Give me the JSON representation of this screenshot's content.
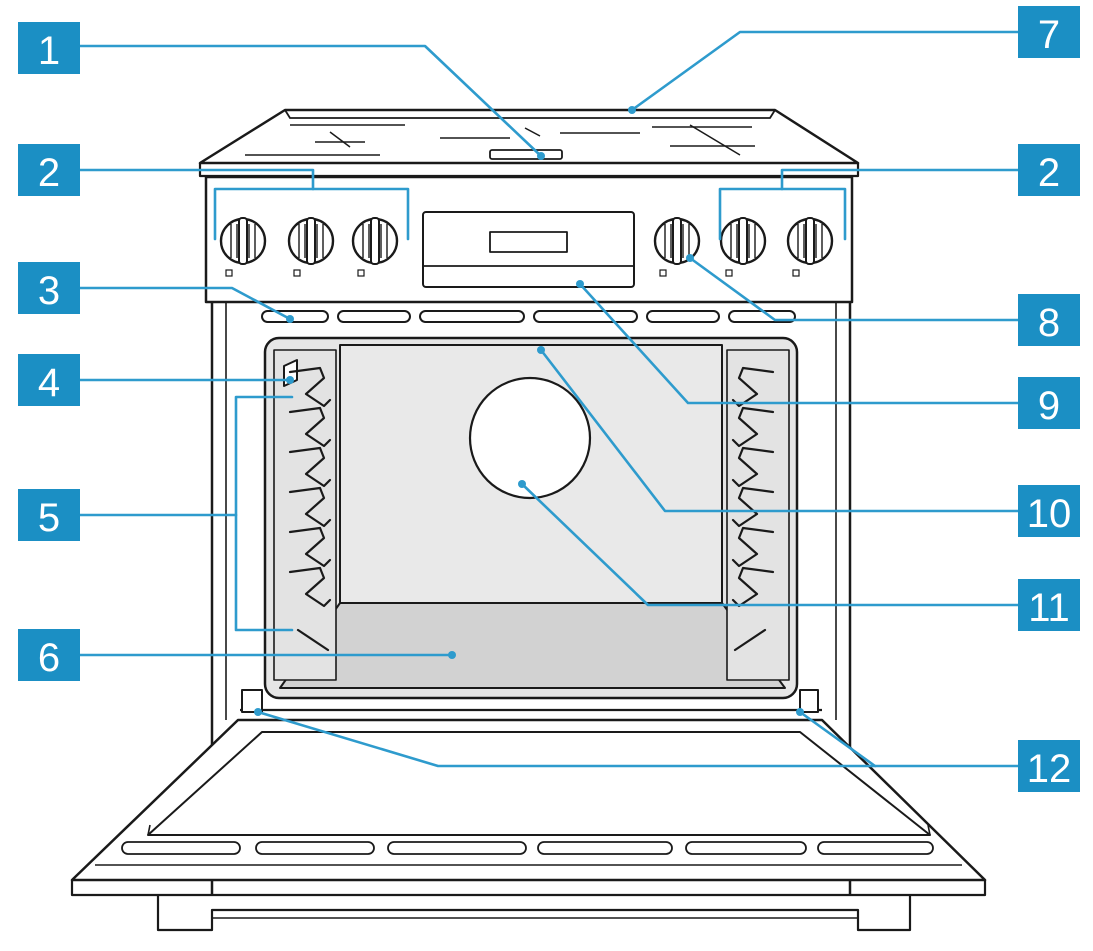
{
  "colors": {
    "callout_fill": "#1b8fc4",
    "callout_text": "#ffffff",
    "leader_line": "#2e9bcd",
    "outline": "#1a1a1a",
    "cavity_fill": "#e6e6e6",
    "floor_fill": "#d2d2d2"
  },
  "callouts": [
    {
      "id": "c1",
      "label": "1"
    },
    {
      "id": "c2a",
      "label": "2"
    },
    {
      "id": "c2b",
      "label": "2"
    },
    {
      "id": "c3",
      "label": "3"
    },
    {
      "id": "c4",
      "label": "4"
    },
    {
      "id": "c5",
      "label": "5"
    },
    {
      "id": "c6",
      "label": "6"
    },
    {
      "id": "c7",
      "label": "7"
    },
    {
      "id": "c8",
      "label": "8"
    },
    {
      "id": "c9",
      "label": "9"
    },
    {
      "id": "c10",
      "label": "10"
    },
    {
      "id": "c11",
      "label": "11"
    },
    {
      "id": "c12",
      "label": "12"
    }
  ]
}
